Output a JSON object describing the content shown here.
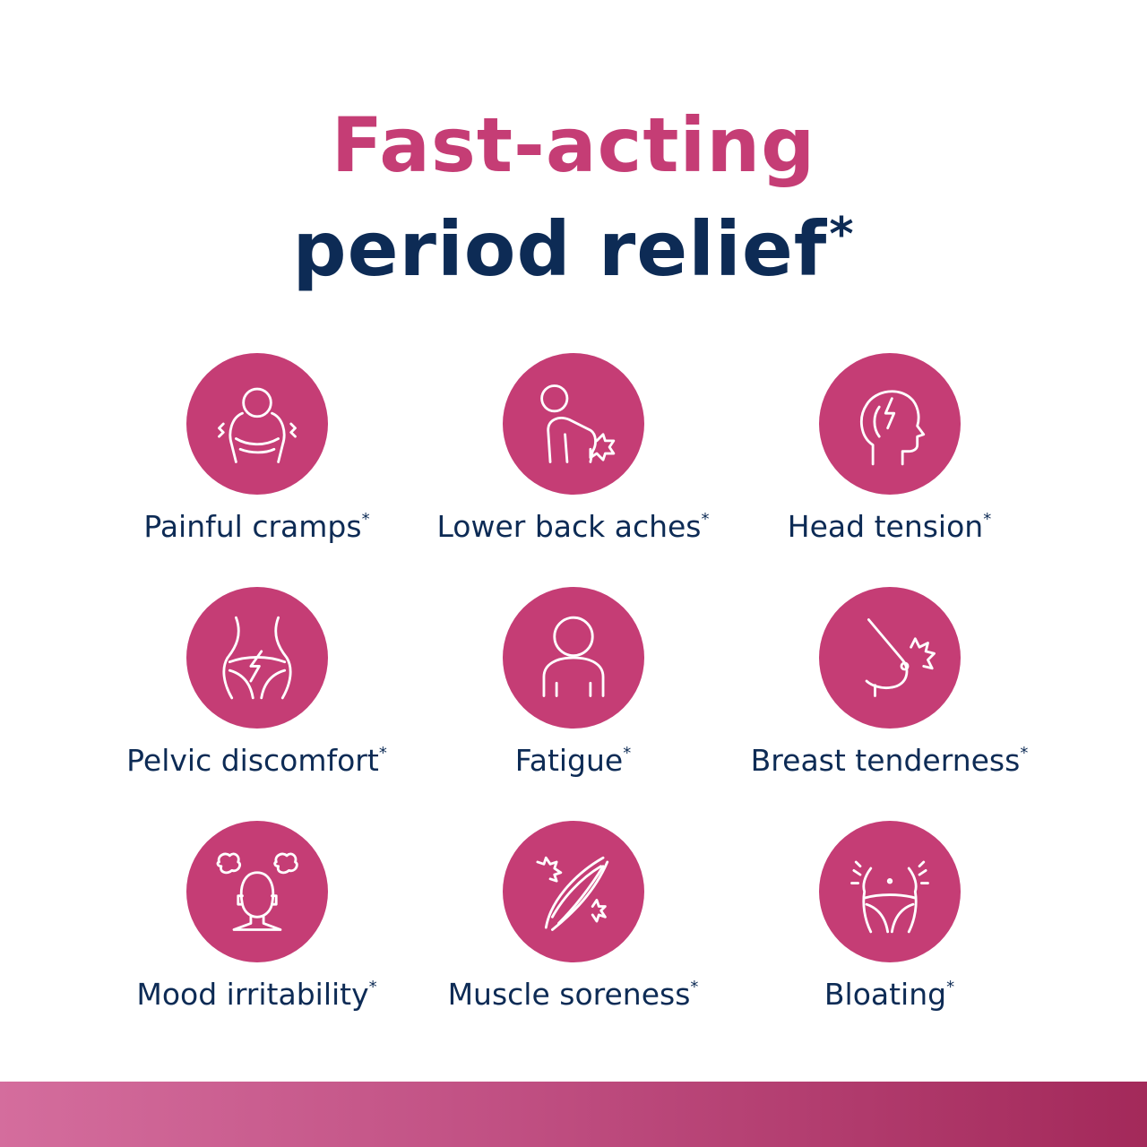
{
  "headline": {
    "line1": "Fast-acting",
    "line2": "period relief",
    "asterisk": "*"
  },
  "colors": {
    "accent": "#c53d75",
    "text": "#0d2b55",
    "background": "#ffffff"
  },
  "symptoms": [
    {
      "label": "Painful cramps",
      "star": "*",
      "icon": "cramps-icon"
    },
    {
      "label": "Lower back aches",
      "star": "*",
      "icon": "back-pain-icon"
    },
    {
      "label": "Head tension",
      "star": "*",
      "icon": "head-tension-icon"
    },
    {
      "label": "Pelvic discomfort",
      "star": "*",
      "icon": "pelvic-icon"
    },
    {
      "label": "Fatigue",
      "star": "*",
      "icon": "fatigue-icon"
    },
    {
      "label": "Breast tenderness",
      "star": "*",
      "icon": "breast-icon"
    },
    {
      "label": "Mood irritability",
      "star": "*",
      "icon": "mood-icon"
    },
    {
      "label": "Muscle soreness",
      "star": "*",
      "icon": "muscle-icon"
    },
    {
      "label": "Bloating",
      "star": "*",
      "icon": "bloating-icon"
    }
  ]
}
